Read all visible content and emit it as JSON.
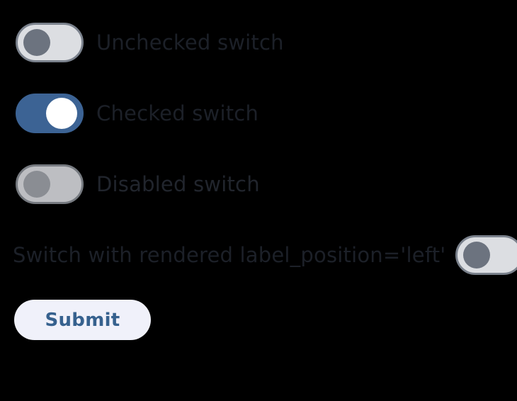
{
  "background_color": "#000000",
  "colors": {
    "switch_track_off": "#dcdee2",
    "switch_track_on": "#3c6394",
    "switch_border": "#7a818c",
    "switch_thumb_off": "#6c737f",
    "switch_thumb_on": "#ffffff",
    "switch_thumb_disabled": "#a3a6ad",
    "label_text": "#1c2028",
    "button_background": "#f0f1fa",
    "button_text": "#36618e"
  },
  "form": {
    "switches": [
      {
        "name": "unchecked-switch",
        "label": "Unchecked switch",
        "checked": false,
        "disabled": false,
        "label_position": "right"
      },
      {
        "name": "checked-switch",
        "label": "Checked switch",
        "checked": true,
        "disabled": false,
        "label_position": "right"
      },
      {
        "name": "disabled-switch",
        "label": "Disabled switch",
        "checked": false,
        "disabled": true,
        "label_position": "right"
      },
      {
        "name": "left-label-switch",
        "label": "Switch with rendered label_position='left'",
        "checked": false,
        "disabled": false,
        "label_position": "left"
      }
    ],
    "submit": {
      "label": "Submit"
    }
  }
}
